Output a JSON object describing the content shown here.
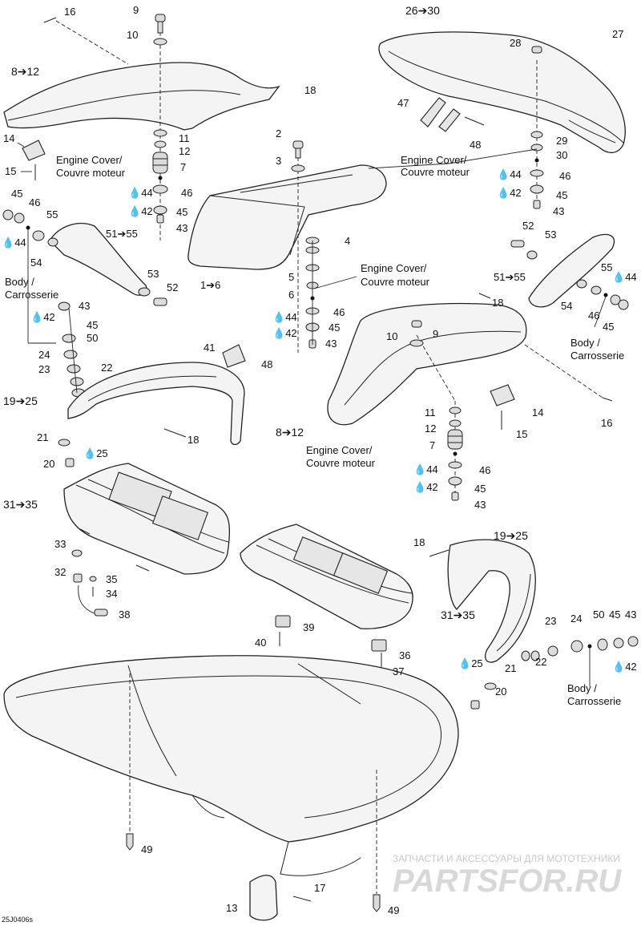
{
  "callouts": {
    "c16a": "16",
    "c9a": "9",
    "c10a": "10",
    "c8_12a": "8➔12",
    "c18a": "18",
    "c11a": "11",
    "c12a": "12",
    "c7a": "7",
    "c14a": "14",
    "c15a": "15",
    "c44a": "44",
    "c46a": "46",
    "c42a": "42",
    "c45a": "45",
    "c43a": "43",
    "c45b": "45",
    "c46b": "46",
    "c55a": "55",
    "c44b": "44",
    "c54a": "54",
    "c51_55a": "51➔55",
    "c53a": "53",
    "c52a": "52",
    "c43b": "43",
    "c42b": "42",
    "c45c": "45",
    "c50a": "50",
    "c24a": "24",
    "c23a": "23",
    "c22a": "22",
    "c41a": "41",
    "c48a": "48",
    "c19_25a": "19➔25",
    "c18b": "18",
    "c21a": "21",
    "c20a": "20",
    "c25a": "25",
    "c31_35a": "31➔35",
    "c33a": "33",
    "c32a": "32",
    "c35a": "35",
    "c34a": "34",
    "c38a": "38",
    "c2a": "2",
    "c3a": "3",
    "c1_6a": "1➔6",
    "c4a": "4",
    "c5a": "5",
    "c6a": "6",
    "c46c": "46",
    "c44c": "44",
    "c45d": "45",
    "c42c": "42",
    "c43c": "43",
    "c26_30a": "26➔30",
    "c27a": "27",
    "c28a": "28",
    "c47a": "47",
    "c48b": "48",
    "c29a": "29",
    "c30a": "30",
    "c44d": "44",
    "c46d": "46",
    "c42d": "42",
    "c45e": "45",
    "c43d": "43",
    "c52b": "52",
    "c53b": "53",
    "c51_55b": "51➔55",
    "c55b": "55",
    "c44e": "44",
    "c54b": "54",
    "c46e": "46",
    "c45f": "45",
    "c18c": "18",
    "c10b": "10",
    "c9b": "9",
    "c14b": "14",
    "c16b": "16",
    "c15b": "15",
    "c8_12b": "8➔12",
    "c11b": "11",
    "c12b": "12",
    "c7b": "7",
    "c44f": "44",
    "c46f": "46",
    "c42e": "42",
    "c45g": "45",
    "c43e": "43",
    "c18d": "18",
    "c19_25b": "19➔25",
    "c31_35b": "31➔35",
    "c39a": "39",
    "c40a": "40",
    "c36a": "36",
    "c37a": "37",
    "c23b": "23",
    "c24b": "24",
    "c50b": "50",
    "c45h": "45",
    "c43f": "43",
    "c42f": "42",
    "c22b": "22",
    "c25b": "25",
    "c21b": "21",
    "c20b": "20",
    "c49a": "49",
    "c49b": "49",
    "c17a": "17",
    "c13a": "13"
  },
  "notes": {
    "engine_cover_1": "Engine Cover/",
    "engine_cover_1b": "Couvre moteur",
    "engine_cover_2": "Engine Cover/",
    "engine_cover_2b": "Couvre moteur",
    "engine_cover_3": "Engine Cover/",
    "engine_cover_3b": "Couvre moteur",
    "engine_cover_4": "Engine Cover/",
    "engine_cover_4b": "Couvre moteur",
    "body_1": "Body /",
    "body_1b": "Carrosserie",
    "body_2": "Body /",
    "body_2b": "Carrosserie",
    "body_3": "Body /",
    "body_3b": "Carrosserie"
  },
  "figure_code": "25J0406s",
  "watermark": {
    "line1": "ЗАПЧАСТИ И АКСЕССУАРЫ ДЛЯ МОТОТЕХНИКИ",
    "line2": "PARTSFOR.RU"
  }
}
